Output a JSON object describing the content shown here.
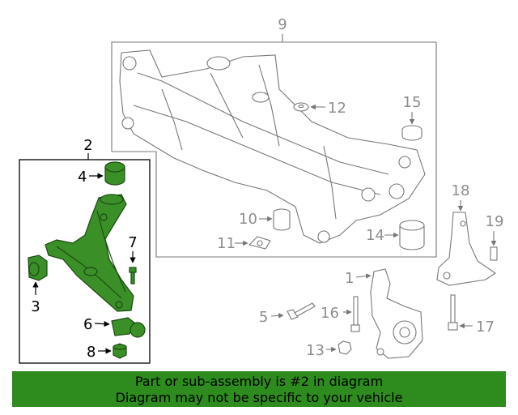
{
  "callouts": {
    "c1": "1",
    "c2": "2",
    "c3": "3",
    "c4": "4",
    "c5": "5",
    "c6": "6",
    "c7": "7",
    "c8": "8",
    "c9": "9",
    "c10": "10",
    "c11": "11",
    "c12": "12",
    "c13": "13",
    "c14": "14",
    "c15": "15",
    "c16": "16",
    "c17": "17",
    "c18": "18",
    "c19": "19"
  },
  "banner": {
    "line1": "Part or sub-assembly is #2 in diagram",
    "line2": "Diagram may not be specific to your vehicle"
  },
  "colors": {
    "highlight": "#3a8f26",
    "banner": "#2e8b1e",
    "callout_gray": "#8c8c8c"
  }
}
